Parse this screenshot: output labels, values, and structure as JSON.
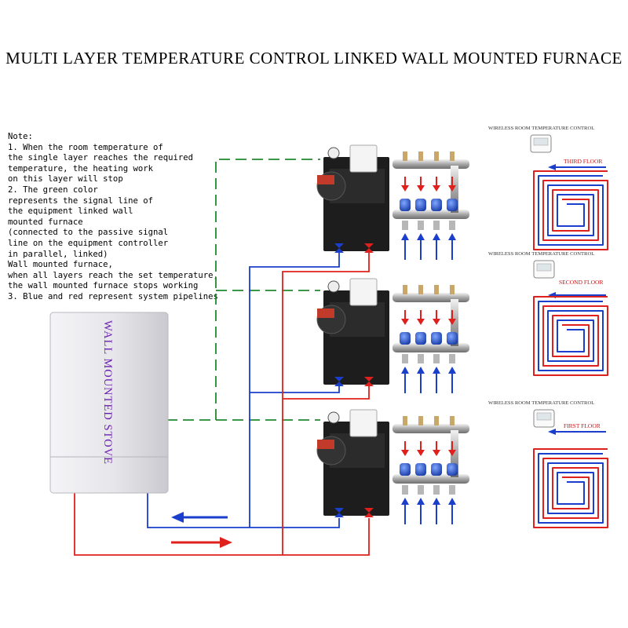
{
  "title": "MULTI LAYER TEMPERATURE CONTROL LINKED WALL MOUNTED FURNACE",
  "notes": [
    "Note:",
    "1. When the room temperature of",
    "the single layer reaches the required",
    "temperature, the heating work",
    "on this layer will stop",
    "2. The green color",
    "represents the signal line of",
    "the equipment linked wall",
    "mounted furnace",
    "(connected to the passive signal",
    "line on the equipment controller",
    "in parallel, linked)",
    "Wall mounted furnace,",
    "when all layers reach the set temperature,",
    "the wall mounted furnace stops working",
    "3. Blue and red represent system pipelines"
  ],
  "stove": {
    "label": "WALL MOUNTED STOVE"
  },
  "floors": [
    {
      "controller_label": "WIRELESS ROOM TEMPERATURE CONTROL",
      "floor_label": "THIRD FLOOR"
    },
    {
      "controller_label": "WIRELESS ROOM TEMPERATURE CONTROL",
      "floor_label": "SECOND FLOOR"
    },
    {
      "controller_label": "WIRELESS ROOM TEMPERATURE CONTROL",
      "floor_label": "FIRST FLOOR"
    }
  ],
  "colors": {
    "signal": "#1e8a2e",
    "supply": "#e0201c",
    "return": "#1a3fcc",
    "stove_text": "#6a1fb0"
  }
}
